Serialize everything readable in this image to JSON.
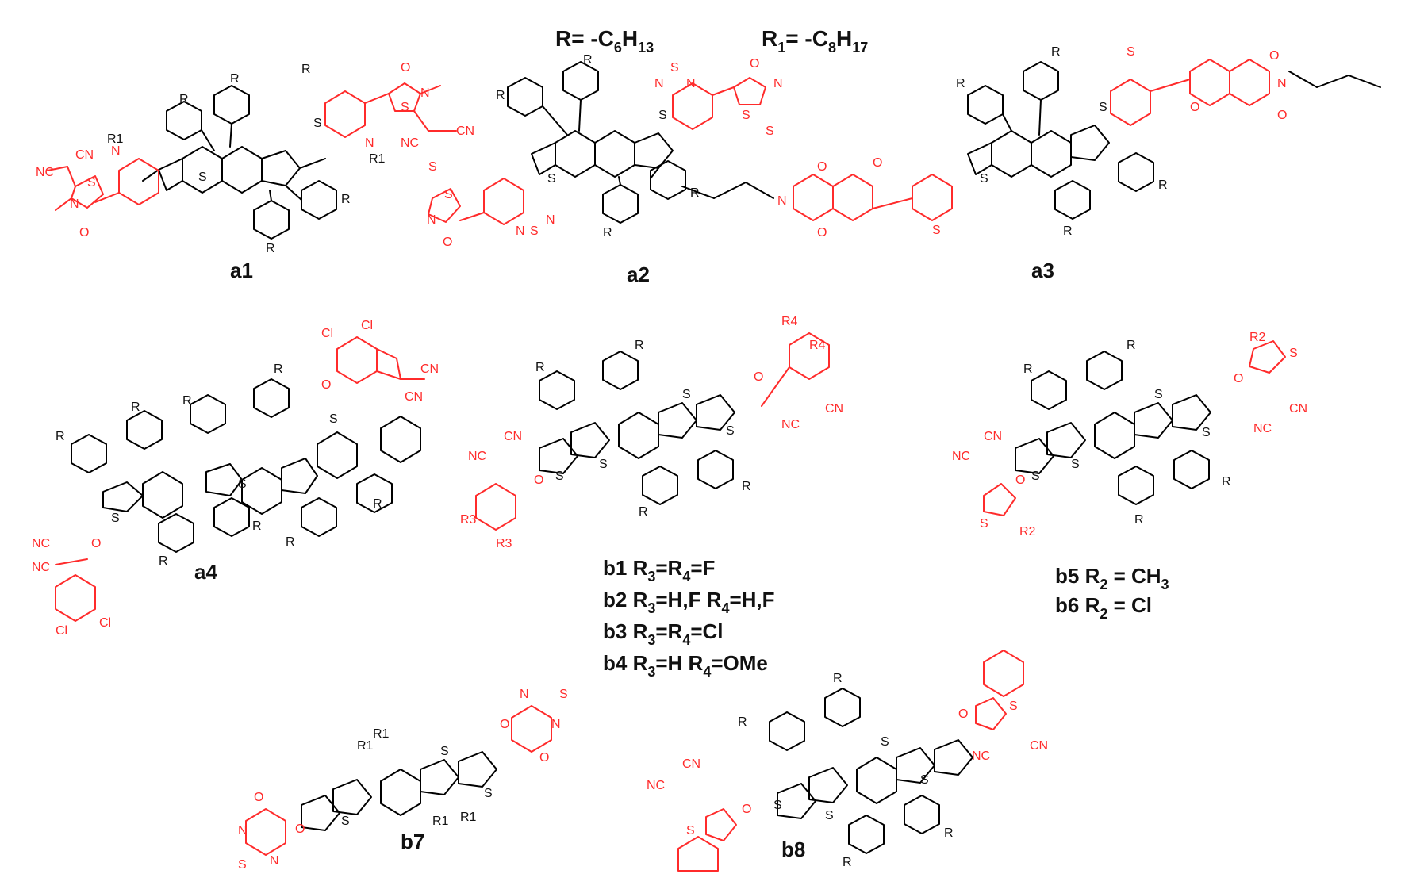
{
  "header": {
    "r_def": {
      "a": "R= -C",
      "b": "6",
      "c": "H",
      "d": "13"
    },
    "r1_def": {
      "a": "R",
      "b": "1",
      "c": "= -C",
      "d": "8",
      "e": "H",
      "f": "17"
    }
  },
  "labels": {
    "a1": "a1",
    "a2": "a2",
    "a3": "a3",
    "a4": "a4",
    "b7": "b7",
    "b8": "b8"
  },
  "b_list": [
    {
      "p1": "b1 R",
      "s1": "3",
      "p2": "=R",
      "s2": "4",
      "p3": "=F"
    },
    {
      "p1": "b2 R",
      "s1": "3",
      "p2": "=H,F R",
      "s2": "4",
      "p3": "=H,F"
    },
    {
      "p1": "b3 R",
      "s1": "3",
      "p2": "=R",
      "s2": "4",
      "p3": "=Cl"
    },
    {
      "p1": "b4 R",
      "s1": "3",
      "p2": "=H R",
      "s2": "4",
      "p3": "=OMe"
    }
  ],
  "b56_list": [
    {
      "p1": "b5 R",
      "s1": "2",
      "p2": " = CH",
      "s2": "3"
    },
    {
      "p1": "b6 R",
      "s1": "2",
      "p2": " = Cl"
    }
  ],
  "atoms": {
    "R": "R",
    "S": "S",
    "N": "N",
    "O": "O",
    "CN": "CN",
    "NC": "NC",
    "Cl": "Cl",
    "R1": "R1",
    "R2": "R2",
    "R3": "R3",
    "R4": "R4"
  },
  "colors": {
    "acceptor": "#ff2b2b",
    "core": "#000000"
  }
}
